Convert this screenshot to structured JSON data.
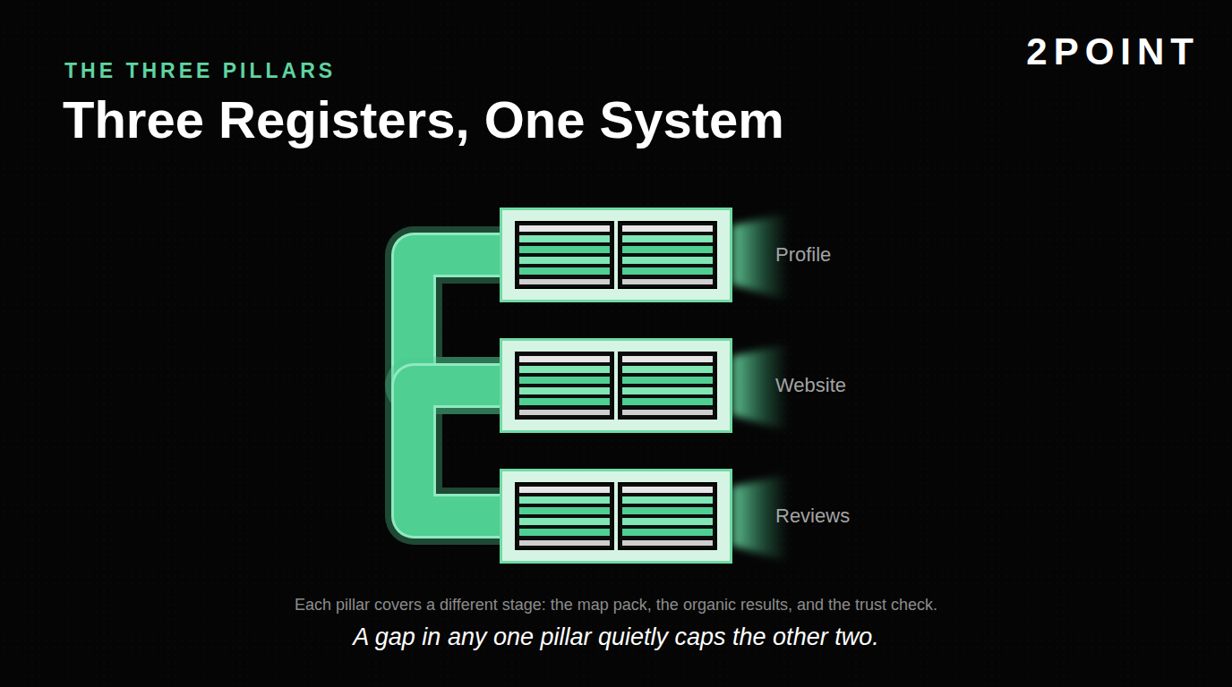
{
  "diagram": {
    "title": "Three Registers, One System",
    "caption": "Each pillar covers a different stage: the map pack, the organic results, and the trust check.",
    "nodes": [
      {
        "text": [
          "Profile"
        ]
      },
      {
        "text": [
          "Website"
        ]
      },
      {
        "text": [
          "Reviews"
        ]
      }
    ],
    "edges": [
      {
        "from": 0,
        "to": 1,
        "arrow": "none"
      },
      {
        "from": 1,
        "to": 2,
        "arrow": "none"
      }
    ],
    "labels": [
      "THE THREE PILLARS",
      "2POINT",
      "A gap in any one pillar quietly caps the other two."
    ]
  }
}
